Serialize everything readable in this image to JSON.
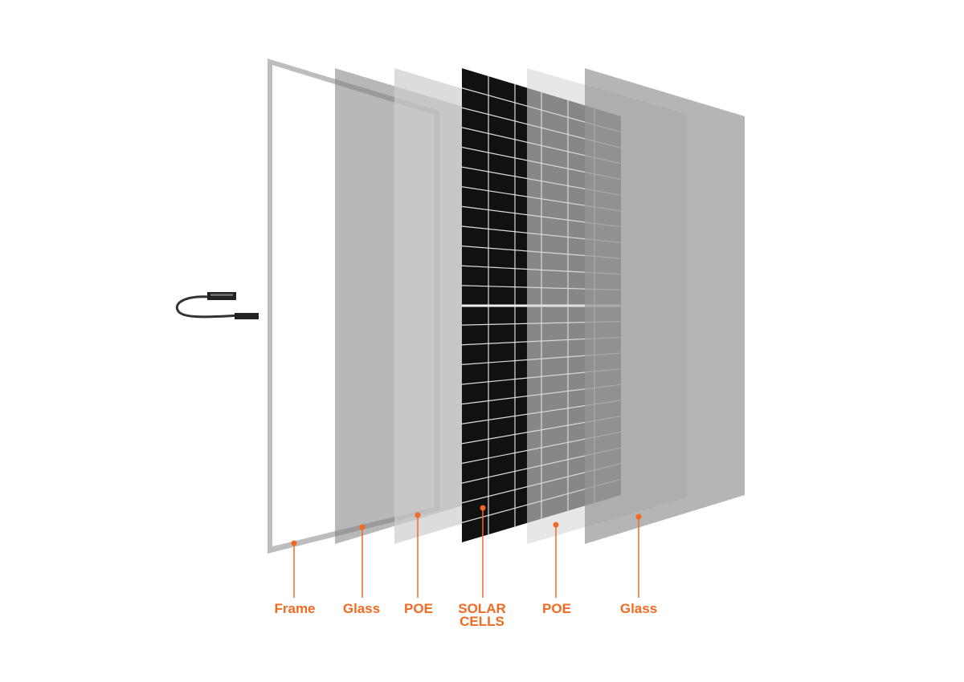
{
  "accent_color": "#f26a21",
  "layers": [
    {
      "label": "Frame",
      "line1": "Frame",
      "line2": ""
    },
    {
      "label": "Glass",
      "line1": "Glass",
      "line2": ""
    },
    {
      "label": "POE",
      "line1": "POE",
      "line2": ""
    },
    {
      "label": "SOLAR CELLS",
      "line1": "SOLAR",
      "line2": "CELLS"
    },
    {
      "label": "POE",
      "line1": "POE",
      "line2": ""
    },
    {
      "label": "Glass",
      "line1": "Glass",
      "line2": ""
    }
  ],
  "icons": {
    "cable": "junction-box-cable-icon"
  }
}
